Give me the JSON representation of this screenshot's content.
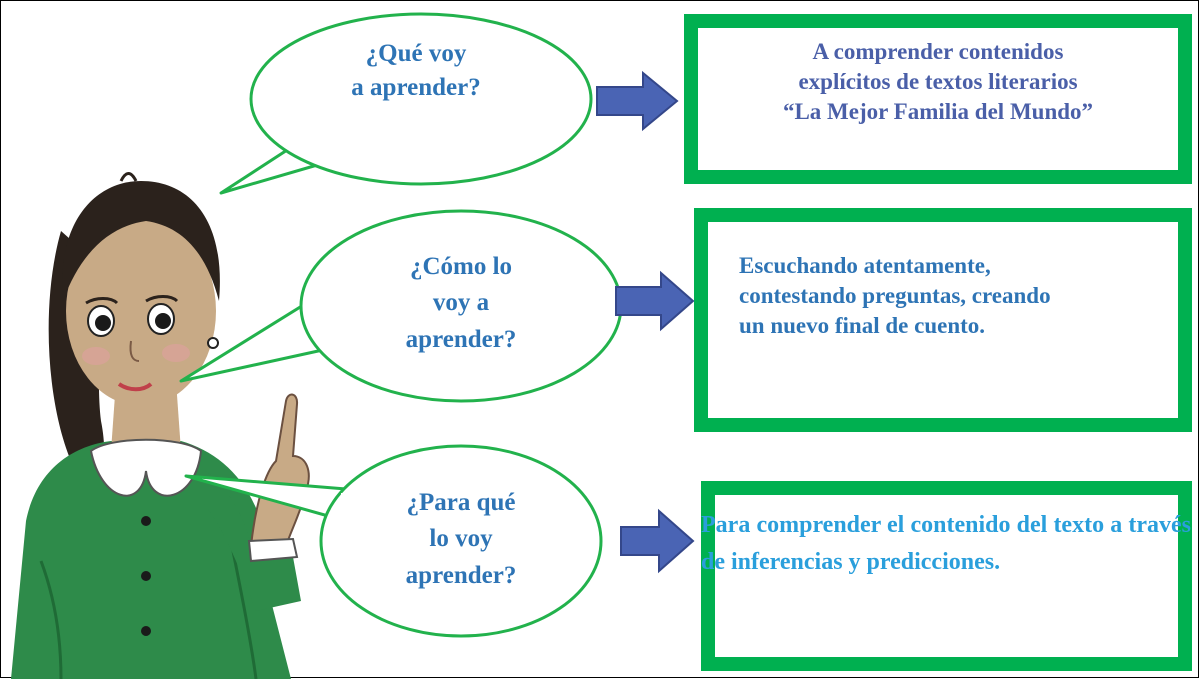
{
  "colors": {
    "bubble_border": "#22b24c",
    "box_border": "#00b050",
    "arrow_fill": "#4a64b4",
    "question_text": "#2e74b5"
  },
  "rows": [
    {
      "question_lines": [
        "¿Qué voy",
        "a",
        "aprender?"
      ],
      "answer_lines": [
        "A comprender contenidos",
        "explícitos de textos literarios",
        "“La Mejor Familia del Mundo”"
      ],
      "answer_color": "#4a5fa8"
    },
    {
      "question_lines": [
        "¿Cómo lo",
        "voy a",
        "aprender?"
      ],
      "answer_lines": [
        "Escuchando atentamente,",
        "contestando preguntas, creando",
        "un nuevo final de cuento."
      ],
      "answer_color": "#2e74b5"
    },
    {
      "question_lines": [
        "¿Para qué",
        "lo voy",
        "aprender?"
      ],
      "answer_text": "Para comprender el contenido del texto a través de inferencias y predicciones.",
      "answer_color": "#2a9fdc"
    }
  ],
  "icons": [
    "teacher-illustration",
    "speech-bubble",
    "right-arrow"
  ]
}
